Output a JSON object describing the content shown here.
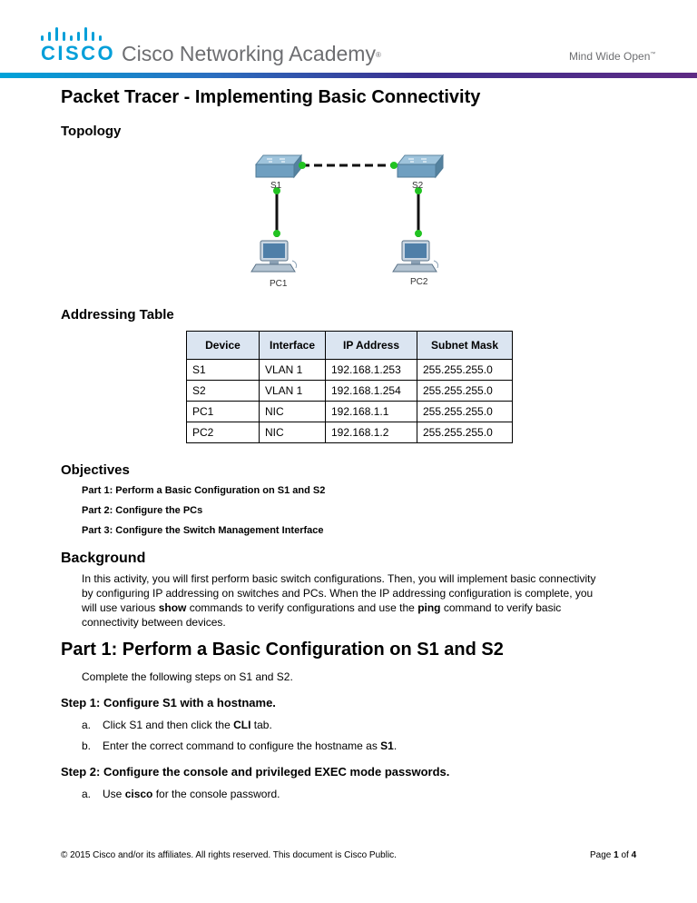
{
  "header": {
    "logo_text": "CISCO",
    "academy_name": "Cisco Networking Academy",
    "registered_mark": "®",
    "tagline": "Mind Wide Open",
    "tagline_mark": "™",
    "rule_colors": [
      "#00a3d9",
      "#3b2f8f",
      "#5e2a84"
    ]
  },
  "title": "Packet Tracer - Implementing Basic Connectivity",
  "topology": {
    "heading": "Topology",
    "devices": [
      {
        "name": "S1",
        "type": "switch"
      },
      {
        "name": "S2",
        "type": "switch"
      },
      {
        "name": "PC1",
        "type": "pc"
      },
      {
        "name": "PC2",
        "type": "pc"
      }
    ],
    "link_color": "#111111",
    "port_color": "#22c322"
  },
  "addressing": {
    "heading": "Addressing Table",
    "columns": [
      "Device",
      "Interface",
      "IP Address",
      "Subnet Mask"
    ],
    "rows": [
      [
        "S1",
        "VLAN 1",
        "192.168.1.253",
        "255.255.255.0"
      ],
      [
        "S2",
        "VLAN 1",
        "192.168.1.254",
        "255.255.255.0"
      ],
      [
        "PC1",
        "NIC",
        "192.168.1.1",
        "255.255.255.0"
      ],
      [
        "PC2",
        "NIC",
        "192.168.1.2",
        "255.255.255.0"
      ]
    ],
    "header_bg": "#dbe5f1"
  },
  "objectives": {
    "heading": "Objectives",
    "items": [
      "Part 1: Perform a Basic Configuration on S1 and S2",
      "Part 2: Configure the PCs",
      "Part 3: Configure the Switch Management Interface"
    ]
  },
  "background": {
    "heading": "Background",
    "p1": "In this activity, you will first perform basic switch configurations. Then, you will implement basic connectivity",
    "p2": "by configuring IP addressing on switches and PCs. When the IP addressing configuration is complete, you",
    "p3_a": "will use various ",
    "p3_b": "show",
    "p3_c": " commands to verify configurations and use the ",
    "p3_d": "ping",
    "p3_e": " command to verify basic",
    "p4": "connectivity between devices."
  },
  "part1": {
    "heading": "Part 1:   Perform a Basic Configuration on S1 and S2",
    "intro": "Complete the following steps on S1 and S2.",
    "step1": {
      "heading": "Step 1:  Configure S1 with a hostname.",
      "a_label": "a.",
      "a_pre": "Click S1 and then click the ",
      "a_bold": "CLI",
      "a_post": " tab.",
      "b_label": "b.",
      "b_pre": "Enter the correct command to configure the hostname as ",
      "b_bold": "S1",
      "b_post": "."
    },
    "step2": {
      "heading": "Step 2:  Configure the console and privileged EXEC mode passwords.",
      "a_label": "a.",
      "a_pre": "Use ",
      "a_bold": "cisco",
      "a_post": " for the console password."
    }
  },
  "footer": {
    "copyright": "© 2015 Cisco and/or its affiliates. All rights reserved. This document is Cisco Public.",
    "page_pre": "Page ",
    "page_num": "1",
    "page_mid": " of ",
    "page_total": "4"
  }
}
